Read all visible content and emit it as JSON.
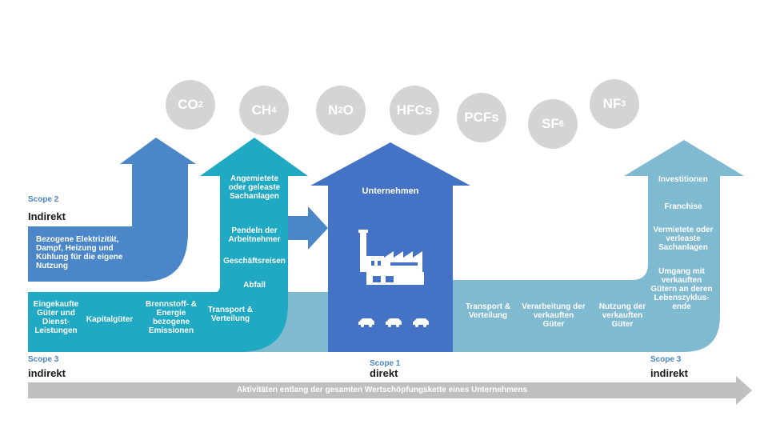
{
  "gases": [
    {
      "base": "CO",
      "sub": "2"
    },
    {
      "base": "CH",
      "sub": "4"
    },
    {
      "base": "N",
      "sub": "2",
      "rest": "O"
    },
    {
      "base": "HFCs"
    },
    {
      "base": "PCFs"
    },
    {
      "base": "SF",
      "sub": "6"
    },
    {
      "base": "NF",
      "sub": "3"
    }
  ],
  "scope2": {
    "label": "Scope 2",
    "type": "Indirekt",
    "item": "Bezogene Elektrizität, Dampf, Heizung und Kühlung für die eigene Nutzung"
  },
  "upstream_arrow": {
    "items": [
      "Angemietete oder geleaste Sachanlagen",
      "Pendeln der Arbeitnehmer",
      "Geschäftsreisen",
      "Abfall",
      "Transport & Verteilung"
    ]
  },
  "scope3_left": {
    "label": "Scope 3",
    "type": "indirekt",
    "items": [
      "Eingekaufte Güter und Dienst-Leistungen",
      "Kapitalgüter",
      "Brennstoff- & Energie bezogene Emissionen"
    ]
  },
  "company": {
    "title": "Unternehmen",
    "scope_label": "Scope 1",
    "scope_type": "direkt"
  },
  "downstream": {
    "label": "Scope 3",
    "type": "indirekt",
    "bottom_items": [
      "Transport & Verteilung",
      "Verarbeitung der verkauften Güter",
      "Nutzung der verkauften Güter"
    ],
    "arrow_items": [
      "Investitionen",
      "Franchise",
      "Vermietete oder verleaste Sachanlagen",
      "Umgang mit verkauften Gütern an deren Lebenszyklus-ende"
    ]
  },
  "value_chain_label": "Aktivitäten entlang der gesamten Wertschöpfungskette eines Unternehmens",
  "colors": {
    "scope2": "#4a86c8",
    "upstream": "#1fa9c2",
    "company": "#4472c4",
    "downstream": "#7fbad0",
    "gas": "#d4d4d4",
    "bar": "#bfbfbf"
  }
}
